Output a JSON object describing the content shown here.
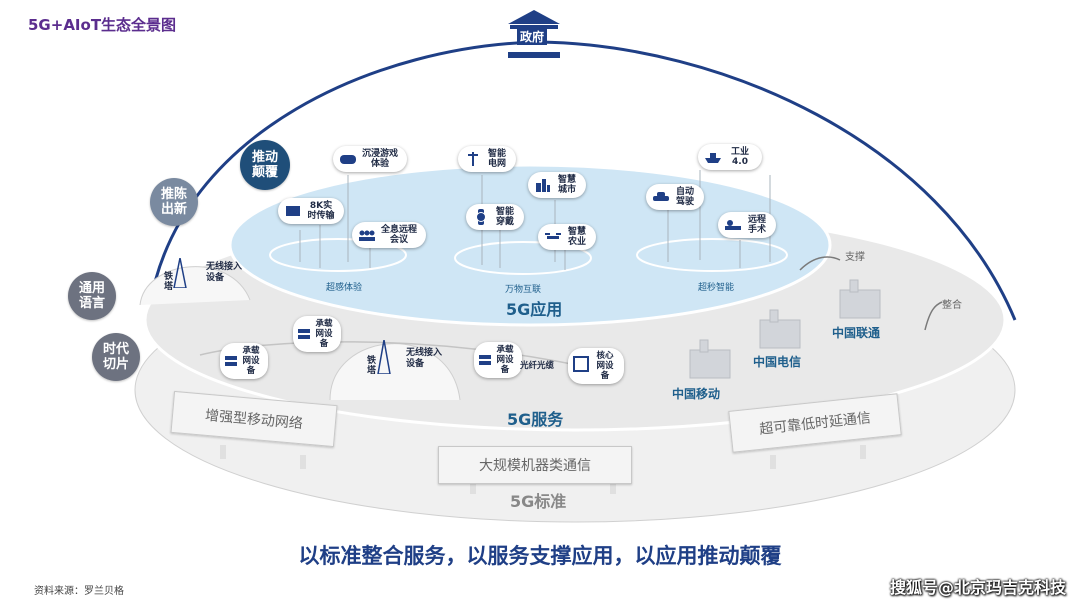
{
  "header": {
    "title": "5G+AIoT生态全景图"
  },
  "government": {
    "label": "政府"
  },
  "side_bubbles": [
    {
      "label": "推动颠覆",
      "color": "#1f4e79"
    },
    {
      "label": "推陈出新",
      "color": "#7a8aa0"
    },
    {
      "label": "通用语言",
      "color": "#6d7280"
    },
    {
      "label": "时代切片",
      "color": "#6d7280"
    }
  ],
  "apps": {
    "game": "沉浸游戏体验",
    "video8k": "8K实时传输",
    "meeting": "全息远程会议",
    "grid": "智能电网",
    "city": "智慧城市",
    "wear": "智能穿戴",
    "farm": "智慧农业",
    "industry": "工业 4.0",
    "drive": "自动驾驶",
    "surgery": "远程手术"
  },
  "bands": {
    "sense": "超感体验",
    "iot": "万物互联",
    "speed": "超秒智能"
  },
  "layers": {
    "app": "5G应用",
    "service": "5G服务",
    "standard": "5G标准"
  },
  "arrows": {
    "support": "支撑",
    "integrate": "整合"
  },
  "tower": {
    "label": "铁塔"
  },
  "devices": {
    "access": "无线接入设备",
    "bearer": "承载网设备",
    "fiber": "光纤光缆",
    "core": "核心网设备"
  },
  "operators": {
    "mobile": "中国移动",
    "telecom": "中国电信",
    "unicom": "中国联通"
  },
  "standards": {
    "embb": "增强型移动网络",
    "mmtc": "大规模机器类通信",
    "urllc": "超可靠低时延通信"
  },
  "slogan": "以标准整合服务，以服务支撑应用，以应用推动颠覆",
  "source": "资料来源：罗兰贝格",
  "watermark": "搜狐号@北京玛吉克科技"
}
